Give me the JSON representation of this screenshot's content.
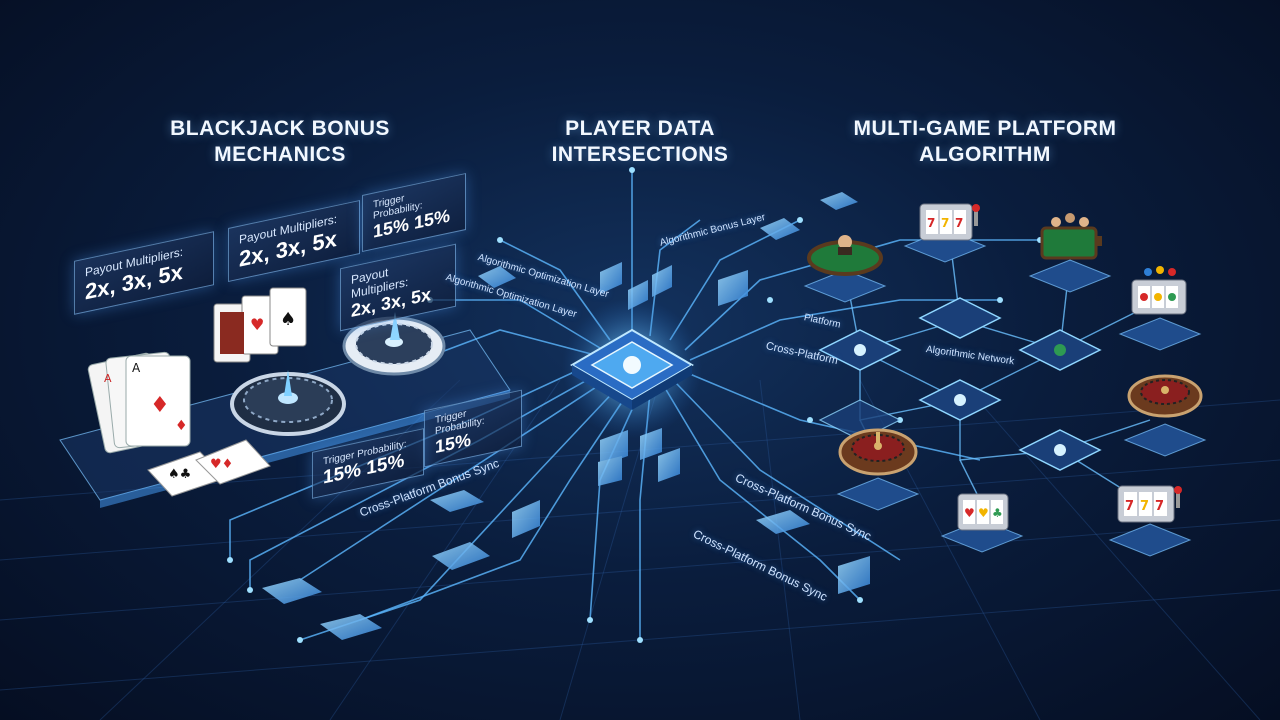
{
  "headings": {
    "blackjack": [
      "BLACKJACK BONUS",
      "MECHANICS"
    ],
    "player_data": [
      "PLAYER DATA",
      "INTERSECTIONS"
    ],
    "platform": [
      "MULTI-GAME PLATFORM",
      "ALGORITHM"
    ]
  },
  "panels": {
    "payout_1": {
      "label": "Payout Multipliers:",
      "value": "2x, 3x, 5x"
    },
    "payout_2": {
      "label": "Payout Multipliers:",
      "value": "2x, 3x, 5x"
    },
    "payout_3": {
      "label": "Payout Multipliers:",
      "value": "2x, 3x, 5x"
    },
    "trigger_1": {
      "label": "Trigger Probability:",
      "value": "15%  15%"
    },
    "trigger_2": {
      "label": "Trigger Probability:",
      "value": "15%"
    },
    "trigger_3": {
      "label": "Trigger Probability:",
      "value": "15%  15%"
    }
  },
  "flow_labels": {
    "algo_opt_1": "Algorithmic Optimization Layer",
    "algo_opt_2": "Algorithmic Optimization Layer",
    "algo_bonus": "Algorithmic Bonus Layer",
    "sync_left": "Cross-Platform Bonus Sync",
    "sync_mid": "Cross-Platform Bonus Sync",
    "sync_bottom": "Cross-Platform Bonus Sync",
    "cross_platform": "Cross-Platform",
    "platform": "Platform",
    "algorithm_node": "Algorithmic Network"
  },
  "colors": {
    "accent": "#4fb6ff",
    "glow": "#8fd6ff",
    "card_red": "#d62828",
    "felt_green": "#1f7a3a"
  }
}
